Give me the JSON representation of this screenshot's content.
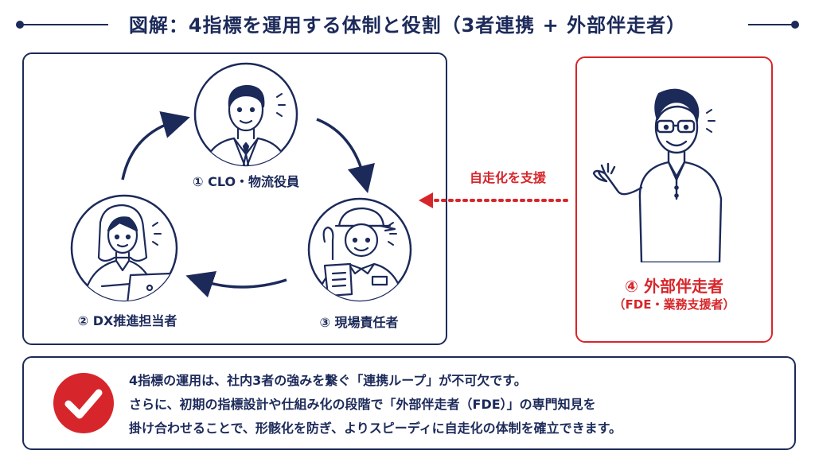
{
  "title": "図解：4指標を運用する体制と役割（3者連携 + 外部伴走者）",
  "roles": {
    "clo": "① CLO・物流役員",
    "dx": "② DX推進担当者",
    "site": "③ 現場責任者"
  },
  "support_label": "自走化を支援",
  "fde": {
    "title": "④ 外部伴走者",
    "subtitle": "（FDE・業務支援者）"
  },
  "summary": {
    "lines": [
      "4指標の運用は、社内3者の強みを繋ぐ「連携ループ」が不可欠です。",
      "さらに、初期の指標設計や仕組み化の段階で「外部伴走者（FDE）」の専門知見を",
      "掛け合わせることで、形骸化を防ぎ、よりスピーディに自走化の体制を確立できます。"
    ]
  },
  "colors": {
    "navy": "#1c2a5a",
    "red": "#d7262b",
    "white": "#ffffff"
  },
  "icons": [
    "executive-figure-icon",
    "dx-staff-figure-icon",
    "site-manager-figure-icon",
    "fde-figure-icon",
    "check-icon"
  ]
}
